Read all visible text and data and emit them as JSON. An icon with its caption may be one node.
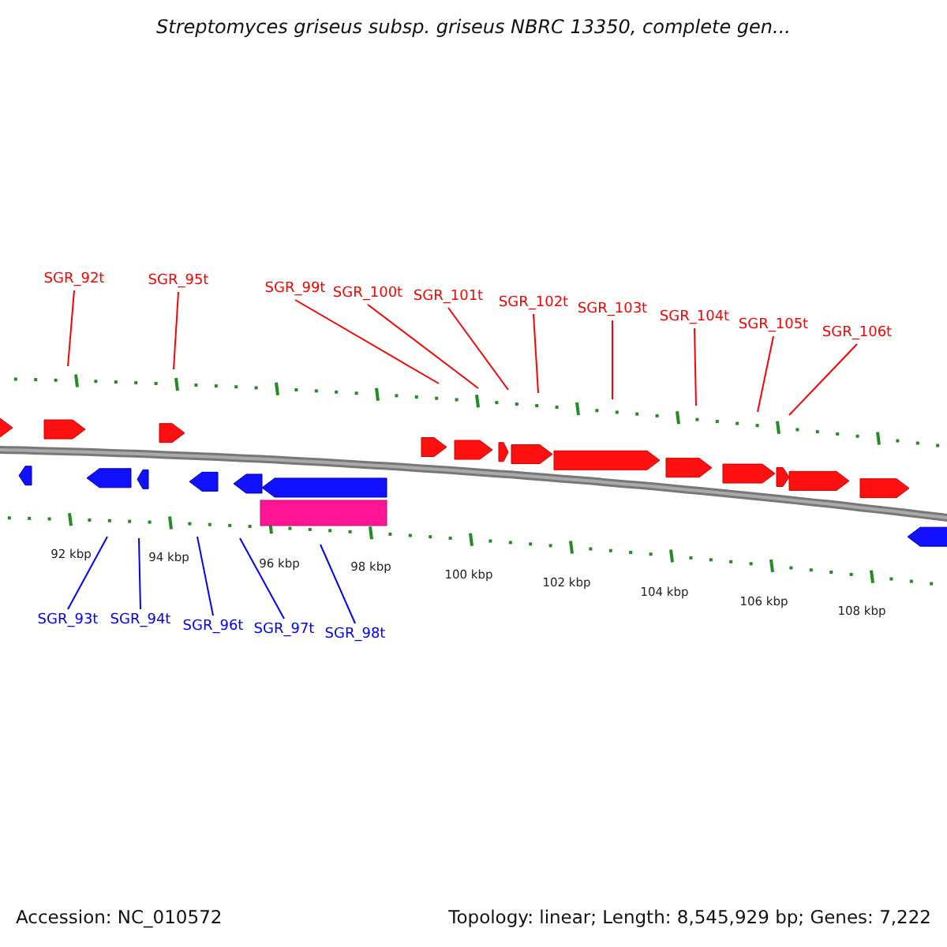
{
  "diagram": {
    "title": "Streptomyces griseus subsp. griseus NBRC 13350, complete gen...",
    "nodes": [
      {
        "text": [
          "SGR_92t"
        ]
      },
      {
        "text": [
          "SGR_95t"
        ]
      },
      {
        "text": [
          "SGR_99t"
        ]
      },
      {
        "text": [
          "SGR_100t"
        ]
      },
      {
        "text": [
          "SGR_101t"
        ]
      },
      {
        "text": [
          "SGR_102t"
        ]
      },
      {
        "text": [
          "SGR_103t"
        ]
      },
      {
        "text": [
          "SGR_104t"
        ]
      },
      {
        "text": [
          "SGR_105t"
        ]
      },
      {
        "text": [
          "SGR_106t"
        ]
      },
      {
        "text": [
          "SGR_93t"
        ]
      },
      {
        "text": [
          "SGR_94t"
        ]
      },
      {
        "text": [
          "SGR_96t"
        ]
      },
      {
        "text": [
          "SGR_97t"
        ]
      },
      {
        "text": [
          "SGR_98t"
        ]
      }
    ],
    "edges": [
      {
        "from": 0,
        "to": null,
        "arrow": "none"
      },
      {
        "from": 1,
        "to": null,
        "arrow": "none"
      },
      {
        "from": 2,
        "to": null,
        "arrow": "none"
      },
      {
        "from": 3,
        "to": null,
        "arrow": "none"
      },
      {
        "from": 4,
        "to": null,
        "arrow": "none"
      },
      {
        "from": 5,
        "to": null,
        "arrow": "none"
      },
      {
        "from": 6,
        "to": null,
        "arrow": "none"
      },
      {
        "from": 7,
        "to": null,
        "arrow": "none"
      },
      {
        "from": 8,
        "to": null,
        "arrow": "none"
      },
      {
        "from": 9,
        "to": null,
        "arrow": "none"
      },
      {
        "from": 10,
        "to": null,
        "arrow": "none",
        "color": "#0000ff"
      },
      {
        "from": 11,
        "to": null,
        "arrow": "none",
        "color": "#0000ff"
      },
      {
        "from": 12,
        "to": null,
        "arrow": "none",
        "color": "#0000ff"
      },
      {
        "from": 13,
        "to": null,
        "arrow": "none",
        "color": "#0000ff"
      },
      {
        "from": 14,
        "to": null,
        "arrow": "none",
        "color": "#0000ff"
      }
    ],
    "labels": [
      "92 kbp",
      "94 kbp",
      "96 kbp",
      "98 kbp",
      "100 kbp",
      "102 kbp",
      "104 kbp",
      "106 kbp",
      "108 kbp",
      "Accession: NC_010572",
      "Topology: linear; Length: 8,545,929 bp; Genes: 7,222"
    ]
  }
}
